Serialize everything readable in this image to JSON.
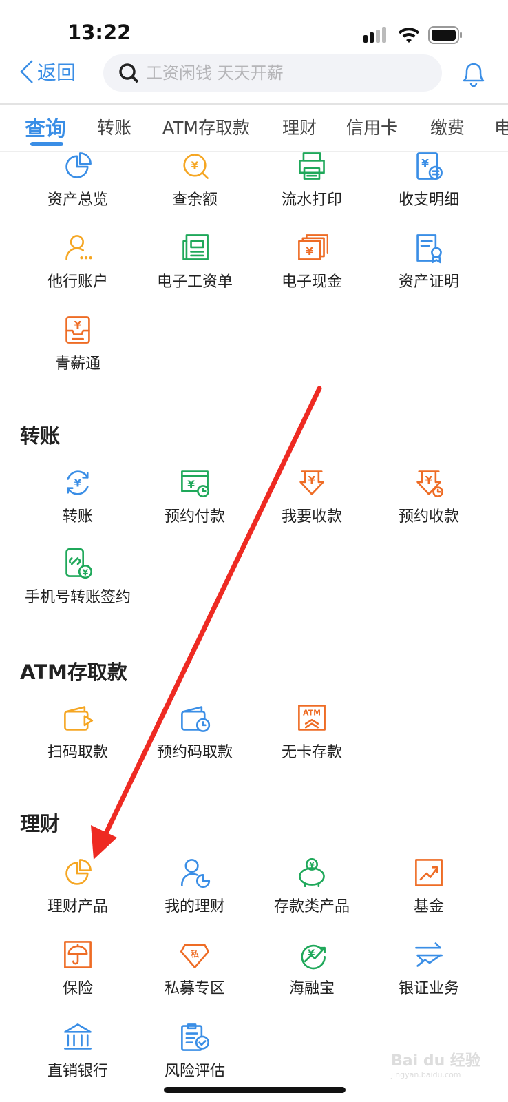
{
  "status_bar": {
    "time": "13:22"
  },
  "header": {
    "back_label": "返回",
    "search_placeholder": "工资闲钱 天天开薪"
  },
  "tabs": [
    {
      "label": "查询",
      "active": true
    },
    {
      "label": "转账"
    },
    {
      "label": "ATM存取款"
    },
    {
      "label": "理财"
    },
    {
      "label": "信用卡"
    },
    {
      "label": "缴费"
    },
    {
      "label": "电"
    }
  ],
  "colors": {
    "accent": "#3a8ee6",
    "orange": "#f5a623",
    "dark_orange": "#ee6c25",
    "green": "#1fa85a",
    "annotation_arrow": "#ee2a22"
  },
  "sections": [
    {
      "title": "",
      "items": [
        {
          "label": "资产总览",
          "icon": "pie-chart-icon",
          "color": "#3a8ee6"
        },
        {
          "label": "查余额",
          "icon": "yen-search-icon",
          "color": "#f5a623"
        },
        {
          "label": "流水打印",
          "icon": "printer-icon",
          "color": "#1fa85a"
        },
        {
          "label": "收支明细",
          "icon": "yen-exchange-doc-icon",
          "color": "#3a8ee6"
        },
        {
          "label": "他行账户",
          "icon": "user-dots-icon",
          "color": "#f5a623"
        },
        {
          "label": "电子工资单",
          "icon": "newspaper-icon",
          "color": "#1fa85a"
        },
        {
          "label": "电子现金",
          "icon": "yen-cards-icon",
          "color": "#ee6c25"
        },
        {
          "label": "资产证明",
          "icon": "certificate-icon",
          "color": "#3a8ee6"
        },
        {
          "label": "青薪通",
          "icon": "yen-tray-icon",
          "color": "#ee6c25"
        }
      ]
    },
    {
      "title": "转账",
      "items": [
        {
          "label": "转账",
          "icon": "yen-cycle-icon",
          "color": "#3a8ee6"
        },
        {
          "label": "预约付款",
          "icon": "yen-card-clock-icon",
          "color": "#1fa85a"
        },
        {
          "label": "我要收款",
          "icon": "yen-receive-icon",
          "color": "#ee6c25"
        },
        {
          "label": "预约收款",
          "icon": "yen-receive-clock-icon",
          "color": "#ee6c25"
        },
        {
          "label": "手机号转账签约",
          "icon": "phone-link-icon",
          "color": "#1fa85a"
        }
      ]
    },
    {
      "title": "ATM存取款",
      "items": [
        {
          "label": "扫码取款",
          "icon": "wallet-play-icon",
          "color": "#f5a623"
        },
        {
          "label": "预约码取款",
          "icon": "wallet-clock-icon",
          "color": "#3a8ee6"
        },
        {
          "label": "无卡存款",
          "icon": "atm-icon",
          "color": "#ee6c25"
        }
      ]
    },
    {
      "title": "理财",
      "items": [
        {
          "label": "理财产品",
          "icon": "pie-chart-icon",
          "color": "#f5a623"
        },
        {
          "label": "我的理财",
          "icon": "user-chart-icon",
          "color": "#3a8ee6"
        },
        {
          "label": "存款类产品",
          "icon": "piggy-bank-icon",
          "color": "#1fa85a"
        },
        {
          "label": "基金",
          "icon": "trend-up-icon",
          "color": "#ee6c25"
        },
        {
          "label": "保险",
          "icon": "umbrella-icon",
          "color": "#ee6c25"
        },
        {
          "label": "私募专区",
          "icon": "diamond-icon",
          "color": "#ee6c25",
          "badge": "私"
        },
        {
          "label": "海融宝",
          "icon": "yen-growth-icon",
          "color": "#1fa85a"
        },
        {
          "label": "银证业务",
          "icon": "exchange-arrows-icon",
          "color": "#3a8ee6"
        },
        {
          "label": "直销银行",
          "icon": "bank-icon",
          "color": "#3a8ee6"
        },
        {
          "label": "风险评估",
          "icon": "clipboard-check-icon",
          "color": "#3a8ee6"
        }
      ]
    }
  ],
  "watermark": {
    "brand": "Bai du 经验",
    "url": "jingyan.baidu.com"
  }
}
